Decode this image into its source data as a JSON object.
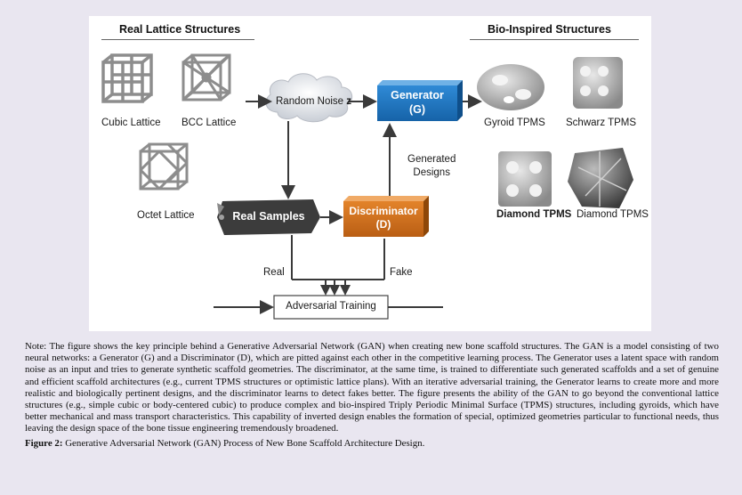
{
  "headers": {
    "real": "Real Lattice Structures",
    "bio": "Bio-Inspired Structures"
  },
  "lattice": {
    "cubic": "Cubic Lattice",
    "bcc": "BCC Lattice",
    "octet": "Octet Lattice"
  },
  "bio": {
    "gyroid": "Gyroid TPMS",
    "schwarz": "Schwarz TPMS",
    "diamond_a": "Diamond TPMS",
    "diamond_b": "Diamond TPMS"
  },
  "flow": {
    "noise": "Random Noise",
    "noise_var": "z",
    "generator_line1": "Generator",
    "generator_line2": "(G)",
    "generated_line1": "Generated",
    "generated_line2": "Designs",
    "real_samples": "Real Samples",
    "discriminator_line1": "Discriminator",
    "discriminator_line2": "(D)",
    "real": "Real",
    "fake": "Fake",
    "adversarial": "Adversarial Training"
  },
  "colors": {
    "generator": "#1f78c4",
    "discriminator": "#d4731f",
    "real_samples": "#3c3c3c"
  },
  "caption": {
    "note": "Note: The figure shows the key principle behind a Generative Adversarial Network (GAN) when creating new bone scaffold structures. The GAN is a model consisting of two neural networks: a Generator (G) and a Discriminator (D), which are pitted against each other in the competitive learning process. The Generator uses a latent space with random noise as an input and tries to generate synthetic scaffold geometries. The discriminator, at the same time, is trained to differentiate such generated scaffolds and a set of genuine and efficient scaffold architectures (e.g., current TPMS structures or optimistic lattice plans). With an iterative adversarial training, the Generator learns to create more and more realistic and biologically pertinent designs, and the discriminator learns to detect fakes better. The figure presents the ability of the GAN to go beyond the conventional lattice structures (e.g., simple cubic or body-centered cubic) to produce complex and bio-inspired Triply Periodic Minimal Surface (TPMS) structures, including gyroids, which have better mechanical and mass transport characteristics. This capability of inverted design enables the formation of special, optimized geometries particular to functional needs, thus leaving the design space of the bone tissue engineering tremendously broadened.",
    "figure_label": "Figure 2:",
    "figure_title": "Generative Adversarial Network (GAN) Process of New Bone Scaffold Architecture Design."
  }
}
